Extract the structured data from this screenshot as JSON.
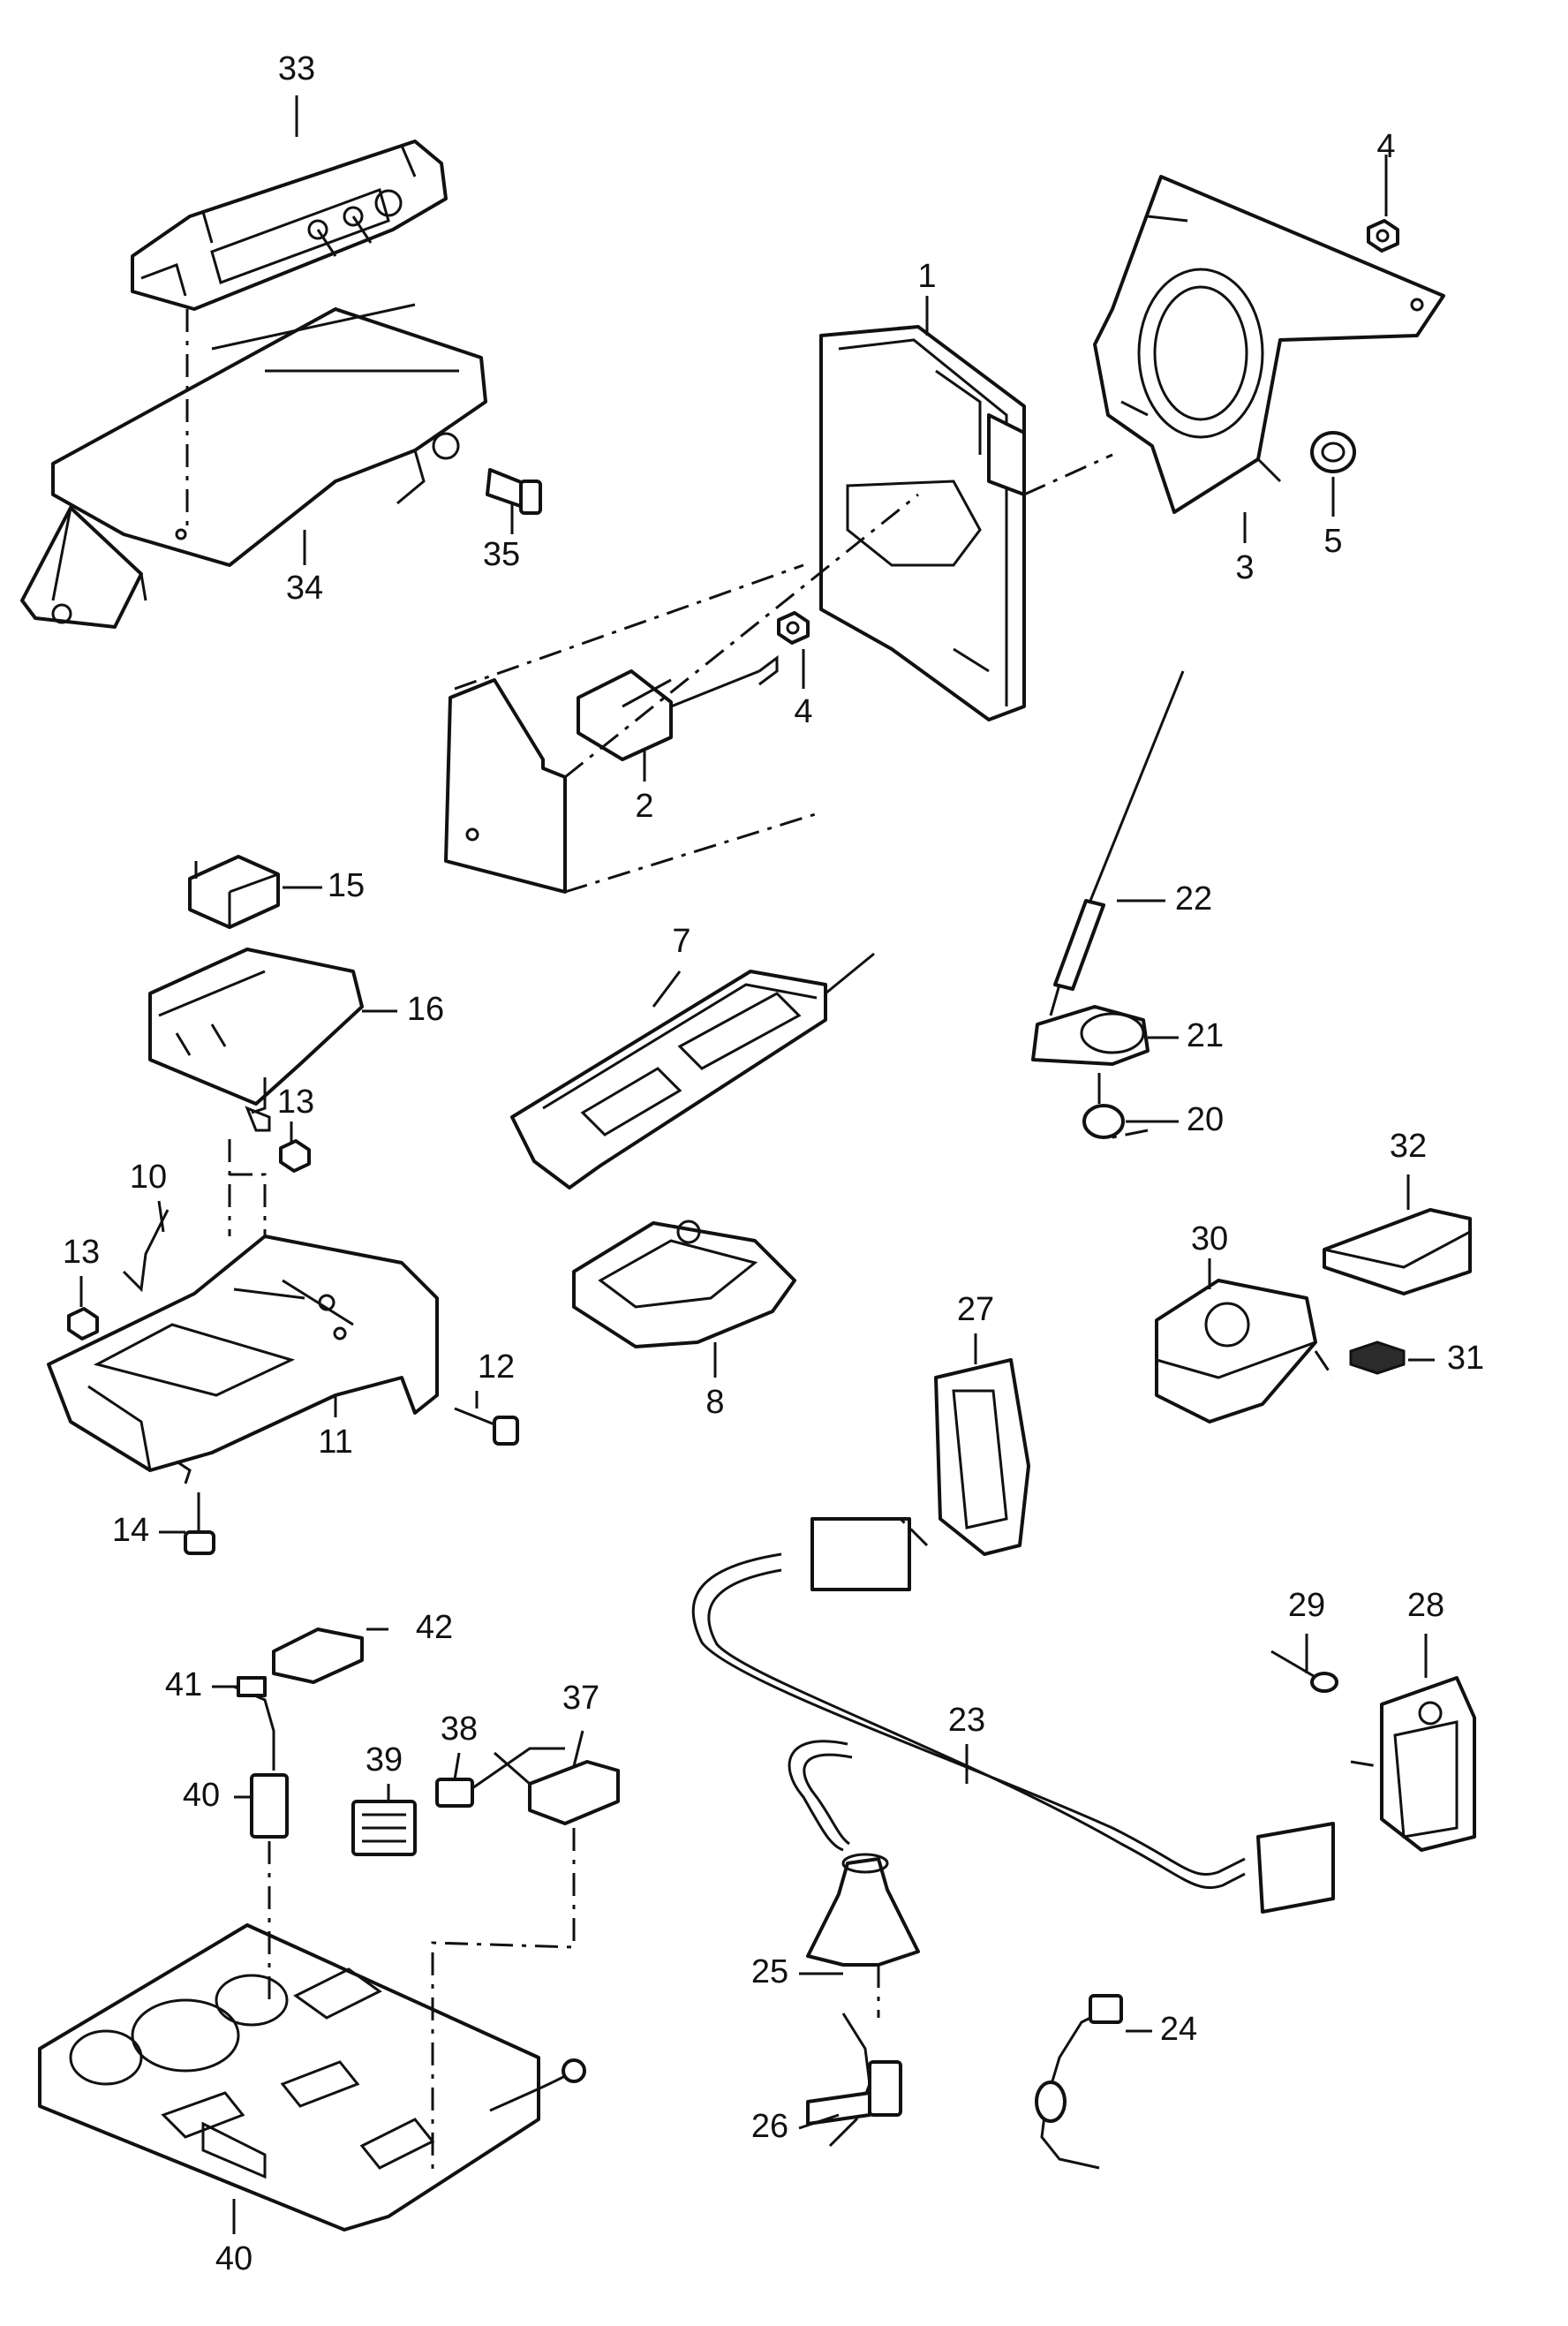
{
  "diagram": {
    "callouts": {
      "c1": "1",
      "c2": "2",
      "c3": "3",
      "c4a": "4",
      "c4b": "4",
      "c5": "5",
      "c7": "7",
      "c8": "8",
      "c10": "10",
      "c11": "11",
      "c12": "12",
      "c13a": "13",
      "c13b": "13",
      "c14": "14",
      "c15": "15",
      "c16": "16",
      "c20": "20",
      "c21": "21",
      "c22": "22",
      "c23": "23",
      "c24": "24",
      "c25": "25",
      "c26": "26",
      "c27": "27",
      "c28": "28",
      "c29": "29",
      "c30": "30",
      "c31": "31",
      "c32": "32",
      "c33": "33",
      "c34": "34",
      "c35": "35",
      "c37": "37",
      "c38": "38",
      "c39": "39",
      "c40a": "40",
      "c40b": "40",
      "c41": "41",
      "c42": "42"
    },
    "colors": {
      "ink": "#111111",
      "paper": "#ffffff"
    }
  }
}
